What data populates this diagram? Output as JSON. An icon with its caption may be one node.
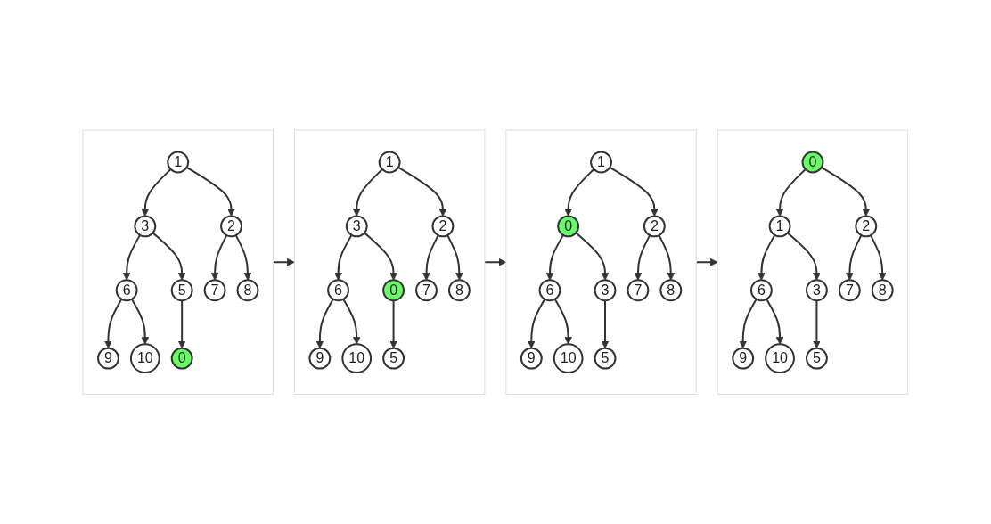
{
  "diagram": {
    "nodes": [
      {
        "text": [],
        "shape": "box"
      },
      {
        "text": [
          "1"
        ],
        "in": 0
      },
      {
        "text": [
          "3"
        ],
        "in": 0
      },
      {
        "text": [
          "2"
        ],
        "in": 0
      },
      {
        "text": [
          "6"
        ],
        "in": 0
      },
      {
        "text": [
          "5"
        ],
        "in": 0
      },
      {
        "text": [
          "7"
        ],
        "in": 0
      },
      {
        "text": [
          "8"
        ],
        "in": 0
      },
      {
        "text": [
          "9"
        ],
        "in": 0
      },
      {
        "text": [
          "10"
        ],
        "in": 0
      },
      {
        "text": [
          "0"
        ],
        "in": 0
      },
      {
        "text": [],
        "shape": "box"
      },
      {
        "text": [
          "1"
        ],
        "in": 11
      },
      {
        "text": [
          "3"
        ],
        "in": 11
      },
      {
        "text": [
          "2"
        ],
        "in": 11
      },
      {
        "text": [
          "6"
        ],
        "in": 11
      },
      {
        "text": [
          "0"
        ],
        "in": 11
      },
      {
        "text": [
          "7"
        ],
        "in": 11
      },
      {
        "text": [
          "8"
        ],
        "in": 11
      },
      {
        "text": [
          "9"
        ],
        "in": 11
      },
      {
        "text": [
          "10"
        ],
        "in": 11
      },
      {
        "text": [
          "5"
        ],
        "in": 11
      },
      {
        "text": [],
        "shape": "box"
      },
      {
        "text": [
          "1"
        ],
        "in": 22
      },
      {
        "text": [
          "0"
        ],
        "in": 22
      },
      {
        "text": [
          "2"
        ],
        "in": 22
      },
      {
        "text": [
          "6"
        ],
        "in": 22
      },
      {
        "text": [
          "3"
        ],
        "in": 22
      },
      {
        "text": [
          "7"
        ],
        "in": 22
      },
      {
        "text": [
          "8"
        ],
        "in": 22
      },
      {
        "text": [
          "9"
        ],
        "in": 22
      },
      {
        "text": [
          "10"
        ],
        "in": 22
      },
      {
        "text": [
          "5"
        ],
        "in": 22
      },
      {
        "text": [],
        "shape": "box"
      },
      {
        "text": [
          "0"
        ],
        "in": 33
      },
      {
        "text": [
          "1"
        ],
        "in": 33
      },
      {
        "text": [
          "2"
        ],
        "in": 33
      },
      {
        "text": [
          "6"
        ],
        "in": 33
      },
      {
        "text": [
          "3"
        ],
        "in": 33
      },
      {
        "text": [
          "7"
        ],
        "in": 33
      },
      {
        "text": [
          "8"
        ],
        "in": 33
      },
      {
        "text": [
          "9"
        ],
        "in": 33
      },
      {
        "text": [
          "10"
        ],
        "in": 33
      },
      {
        "text": [
          "5"
        ],
        "in": 33
      }
    ],
    "edges": [
      {
        "from": 1,
        "to": 2,
        "arrow": "to"
      },
      {
        "from": 1,
        "to": 3,
        "arrow": "to"
      },
      {
        "from": 2,
        "to": 4,
        "arrow": "to"
      },
      {
        "from": 2,
        "to": 5,
        "arrow": "to"
      },
      {
        "from": 3,
        "to": 6,
        "arrow": "to"
      },
      {
        "from": 3,
        "to": 7,
        "arrow": "to"
      },
      {
        "from": 4,
        "to": 8,
        "arrow": "to"
      },
      {
        "from": 4,
        "to": 9,
        "arrow": "to"
      },
      {
        "from": 5,
        "to": 10,
        "arrow": "to"
      },
      {
        "from": 12,
        "to": 13,
        "arrow": "to"
      },
      {
        "from": 12,
        "to": 14,
        "arrow": "to"
      },
      {
        "from": 13,
        "to": 15,
        "arrow": "to"
      },
      {
        "from": 13,
        "to": 16,
        "arrow": "to"
      },
      {
        "from": 14,
        "to": 17,
        "arrow": "to"
      },
      {
        "from": 14,
        "to": 18,
        "arrow": "to"
      },
      {
        "from": 15,
        "to": 19,
        "arrow": "to"
      },
      {
        "from": 15,
        "to": 20,
        "arrow": "to"
      },
      {
        "from": 16,
        "to": 21,
        "arrow": "to"
      },
      {
        "from": 23,
        "to": 24,
        "arrow": "to"
      },
      {
        "from": 23,
        "to": 25,
        "arrow": "to"
      },
      {
        "from": 24,
        "to": 26,
        "arrow": "to"
      },
      {
        "from": 24,
        "to": 27,
        "arrow": "to"
      },
      {
        "from": 25,
        "to": 28,
        "arrow": "to"
      },
      {
        "from": 25,
        "to": 29,
        "arrow": "to"
      },
      {
        "from": 26,
        "to": 30,
        "arrow": "to"
      },
      {
        "from": 26,
        "to": 31,
        "arrow": "to"
      },
      {
        "from": 27,
        "to": 32,
        "arrow": "to"
      },
      {
        "from": 34,
        "to": 35,
        "arrow": "to"
      },
      {
        "from": 34,
        "to": 36,
        "arrow": "to"
      },
      {
        "from": 35,
        "to": 37,
        "arrow": "to"
      },
      {
        "from": 35,
        "to": 38,
        "arrow": "to"
      },
      {
        "from": 36,
        "to": 39,
        "arrow": "to"
      },
      {
        "from": 36,
        "to": 40,
        "arrow": "to"
      },
      {
        "from": 37,
        "to": 41,
        "arrow": "to"
      },
      {
        "from": 37,
        "to": 42,
        "arrow": "to"
      },
      {
        "from": 38,
        "to": 43,
        "arrow": "to"
      },
      {
        "from": 0,
        "to": 11,
        "arrow": "to"
      },
      {
        "from": 11,
        "to": 22,
        "arrow": "to"
      },
      {
        "from": 22,
        "to": 33,
        "arrow": "to"
      }
    ]
  }
}
